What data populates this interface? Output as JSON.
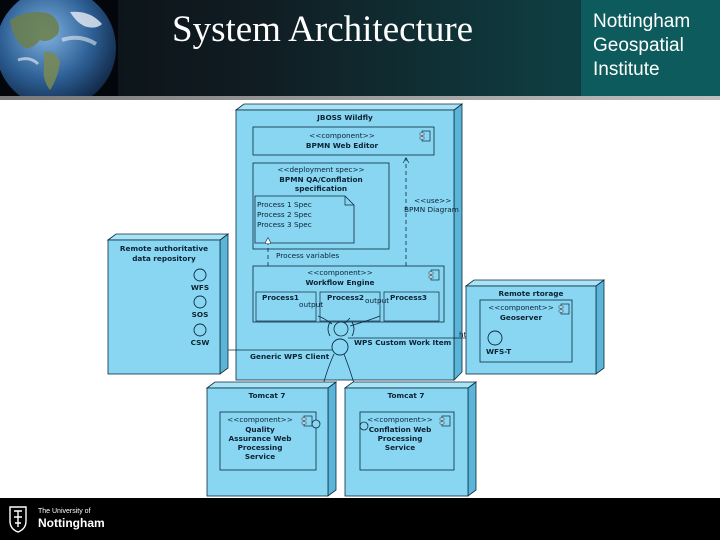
{
  "header": {
    "title": "System Architecture",
    "institute_lines": [
      "Nottingham",
      "Geospatial",
      "Institute"
    ]
  },
  "footer": {
    "university_small": "The University of",
    "university_name": "Nottingham"
  },
  "colors": {
    "node_fill": "#88d6f2",
    "node_side": "#5bb5d8",
    "outline": "#0d2a3f",
    "header_teal": "#0e5b5e"
  },
  "diagram": {
    "jboss": {
      "title": "JBOSS Wildfly",
      "bpmn_editor": {
        "stereotype": "<<component>>",
        "name": "BPMN Web Editor"
      },
      "deploy_spec": {
        "stereotype": "<<deployment spec>>",
        "name_lines": [
          "BPMN QA/Conflation",
          "specification"
        ],
        "processes": [
          "Process 1 Spec",
          "Process 2 Spec",
          "Process 3 Spec"
        ]
      },
      "uses_label": "<<use>>",
      "bpmn_diagram_label": "BPMN Diagram",
      "process_variables_label": "Process variables",
      "workflow_engine": {
        "stereotype": "<<component>>",
        "name": "Workflow Engine",
        "processes": [
          "Process1",
          "Process2",
          "Process3"
        ],
        "output_labels": [
          "output",
          "output"
        ]
      },
      "wps_custom_work_item": "WPS Custom Work Item",
      "generic_wps_client": "Generic WPS Client"
    },
    "remote_repo": {
      "title_lines": [
        "Remote authoritative",
        "data repository"
      ],
      "interfaces": [
        "WFS",
        "SOS",
        "CSW"
      ]
    },
    "remote_storage": {
      "title": "Remote rtorage",
      "geoserver": {
        "stereotype": "<<component>>",
        "name": "Geoserver"
      },
      "interface": "WFS-T",
      "http_post_label": "http post"
    },
    "tomcat_left": {
      "title": "Tomcat 7",
      "component": {
        "stereotype": "<<component>>",
        "name_lines": [
          "Quality",
          "Assurance Web",
          "Processing",
          "Service"
        ]
      }
    },
    "tomcat_right": {
      "title": "Tomcat 7",
      "component": {
        "stereotype": "<<component>>",
        "name_lines": [
          "Conflation Web",
          "Processing",
          "Service"
        ]
      }
    }
  }
}
